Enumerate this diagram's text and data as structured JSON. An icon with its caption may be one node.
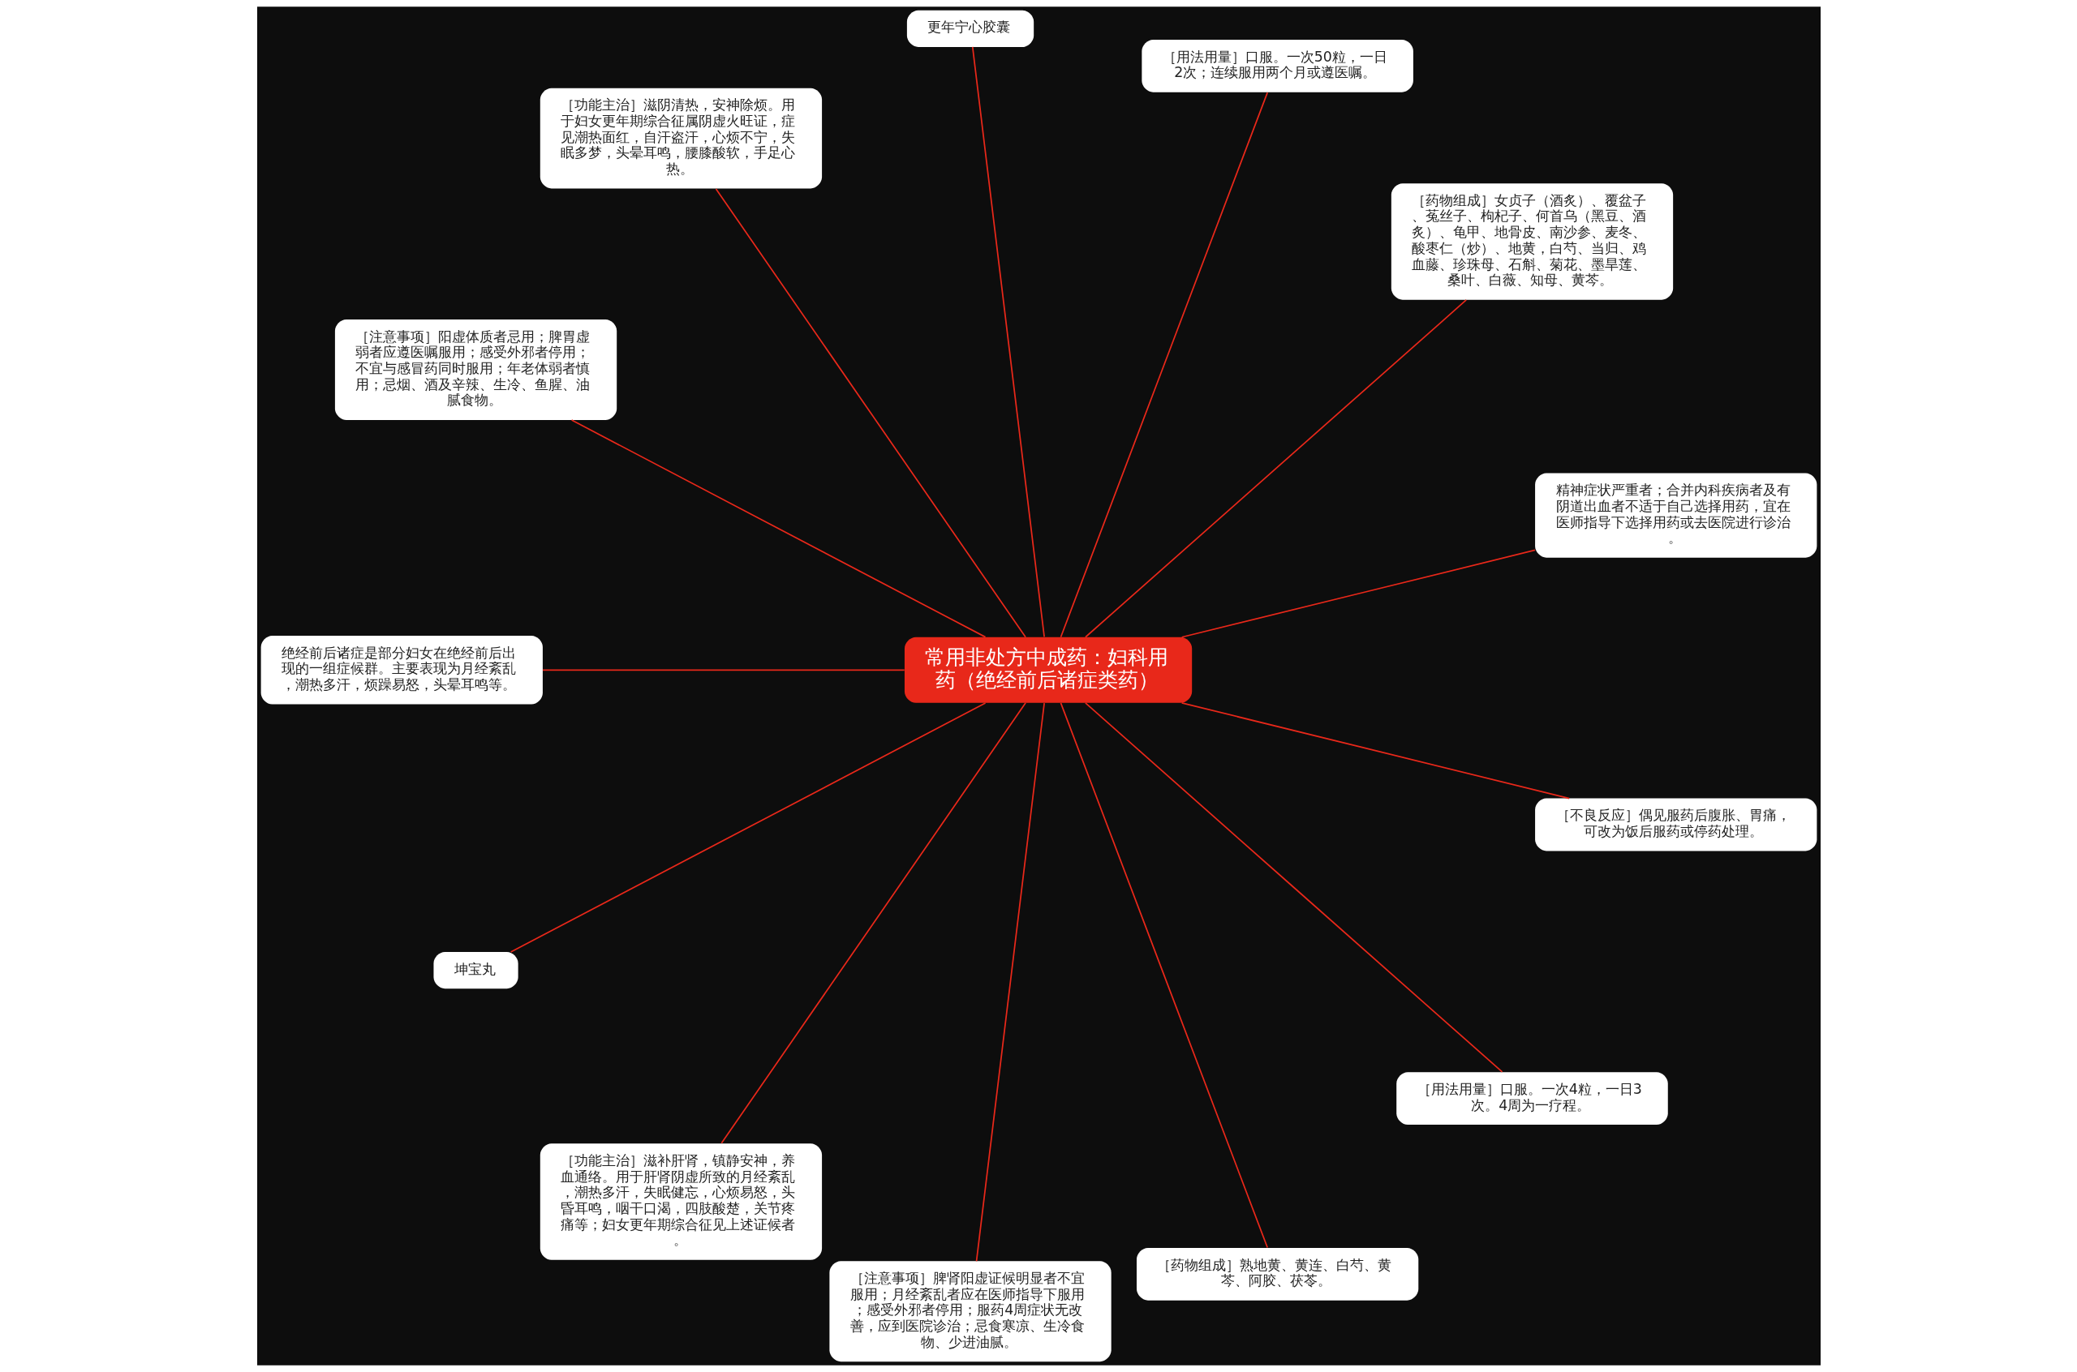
{
  "diagram": {
    "nodes": [
      {
        "text": [
          "常用非处方中成药：妇科用药（绝经前后诸症类药）"
        ]
      },
      {
        "text": [
          "精神症状严重者；合并内科疾病者及有阴道出血者不适于自己选择用药，宜在医师指导下选择用药或去医院进行诊治。"
        ]
      },
      {
        "text": [
          "［药物组成］女贞子（酒炙）、覆盆子、菟丝子、枸杞子、何首乌（黑豆、酒炙）、龟甲、地骨皮、南沙参、麦冬、酸枣仁（炒）、地黄，白芍、当归、鸡血藤、珍珠母、石斛、菊花、墨旱莲、桑叶、白薇、知母、黄芩。"
        ]
      },
      {
        "text": [
          "［用法用量］口服。一次50粒，一日2次；连续服用两个月或遵医嘱。"
        ]
      },
      {
        "text": [
          "更年宁心胶囊"
        ]
      },
      {
        "text": [
          "［功能主治］滋阴清热，安神除烦。用于妇女更年期综合征属阴虚火旺证，症见潮热面红，自汗盗汗，心烦不宁，失眠多梦，头晕耳鸣，腰膝酸软，手足心热。"
        ]
      },
      {
        "text": [
          "［注意事项］阳虚体质者忌用；脾胃虚弱者应遵医嘱服用；感受外邪者停用；不宜与感冒药同时服用；年老体弱者慎用；忌烟、酒及辛辣、生冷、鱼腥、油腻食物。"
        ]
      },
      {
        "text": [
          "绝经前后诸症是部分妇女在绝经前后出现的一组症候群。主要表现为月经紊乱，潮热多汗，烦躁易怒，头晕耳鸣等。"
        ]
      },
      {
        "text": [
          "坤宝丸"
        ]
      },
      {
        "text": [
          "［功能主治］滋补肝肾，镇静安神，养血通络。用于肝肾阴虚所致的月经紊乱，潮热多汗，失眠健忘，心烦易怒，头昏耳鸣，咽干口渴，四肢酸楚，关节疼痛等；妇女更年期综合征见上述证候者。"
        ]
      },
      {
        "text": [
          "［注意事项］脾肾阳虚证候明显者不宜服用；月经紊乱者应在医师指导下服用；感受外邪者停用；服药4周症状无改善，应到医院诊治；忌食寒凉、生冷食物、少进油腻。"
        ]
      },
      {
        "text": [
          "［药物组成］熟地黄、黄连、白芍、黄芩、阿胶、茯苓。"
        ]
      },
      {
        "text": [
          "［用法用量］口服。一次4粒，一日3次。4周为一疗程。"
        ]
      },
      {
        "text": [
          "［不良反应］偶见服药后腹胀、胃痛，可改为饭后服药或停药处理。"
        ]
      }
    ],
    "edges": [
      {
        "from": 0,
        "to": 1,
        "arrow": "none"
      },
      {
        "from": 0,
        "to": 2,
        "arrow": "none"
      },
      {
        "from": 0,
        "to": 3,
        "arrow": "none"
      },
      {
        "from": 0,
        "to": 4,
        "arrow": "none"
      },
      {
        "from": 0,
        "to": 5,
        "arrow": "none"
      },
      {
        "from": 0,
        "to": 6,
        "arrow": "none"
      },
      {
        "from": 0,
        "to": 7,
        "arrow": "none"
      },
      {
        "from": 0,
        "to": 8,
        "arrow": "none"
      },
      {
        "from": 0,
        "to": 9,
        "arrow": "none"
      },
      {
        "from": 0,
        "to": 10,
        "arrow": "none"
      },
      {
        "from": 0,
        "to": 11,
        "arrow": "none"
      },
      {
        "from": 0,
        "to": 12,
        "arrow": "none"
      },
      {
        "from": 0,
        "to": 13,
        "arrow": "none"
      }
    ]
  }
}
